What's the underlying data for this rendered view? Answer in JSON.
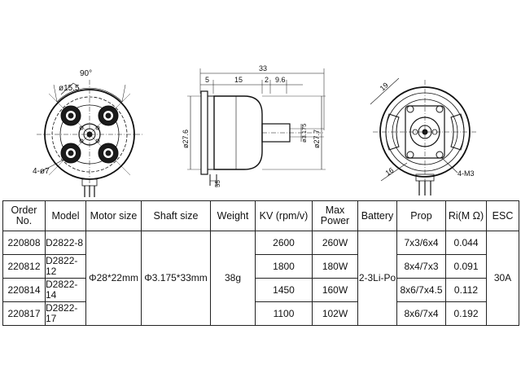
{
  "drawing": {
    "front_view": {
      "angle_label": "90°",
      "hole_circle_label": "ø15.5",
      "holes_label": "4-ø7"
    },
    "side_view": {
      "total_length": "33",
      "dim_5": "5",
      "dim_15": "15",
      "dim_2": "2",
      "dim_9_6": "9.6",
      "body_diameter": "ø27.6",
      "can_diameter": "ø27.7",
      "shaft_diameter": "ø3.175",
      "lead_length": "55"
    },
    "rear_view": {
      "dim_19": "19",
      "dim_16": "16",
      "mount_screws": "4-M3"
    }
  },
  "table": {
    "headers": [
      "Order No.",
      "Model",
      "Motor size",
      "Shaft size",
      "Weight",
      "KV (rpm/v)",
      "Max Power",
      "Battery",
      "Prop",
      "Ri(M Ω)",
      "ESC"
    ],
    "shared": {
      "motor_size": "Φ28*22mm",
      "shaft_size": "Φ3.175*33mm",
      "weight": "38g",
      "battery": "2-3Li-Po",
      "esc": "30A"
    },
    "rows": [
      {
        "order": "220808",
        "model": "D2822-8",
        "kv": "2600",
        "power": "260W",
        "prop": "7x3/6x4",
        "ri": "0.044"
      },
      {
        "order": "220812",
        "model": "D2822-12",
        "kv": "1800",
        "power": "180W",
        "prop": "8x4/7x3",
        "ri": "0.091"
      },
      {
        "order": "220814",
        "model": "D2822-14",
        "kv": "1450",
        "power": "160W",
        "prop": "8x6/7x4.5",
        "ri": "0.112"
      },
      {
        "order": "220817",
        "model": "D2822-17",
        "kv": "1100",
        "power": "102W",
        "prop": "8x6/7x4",
        "ri": "0.192"
      }
    ]
  }
}
